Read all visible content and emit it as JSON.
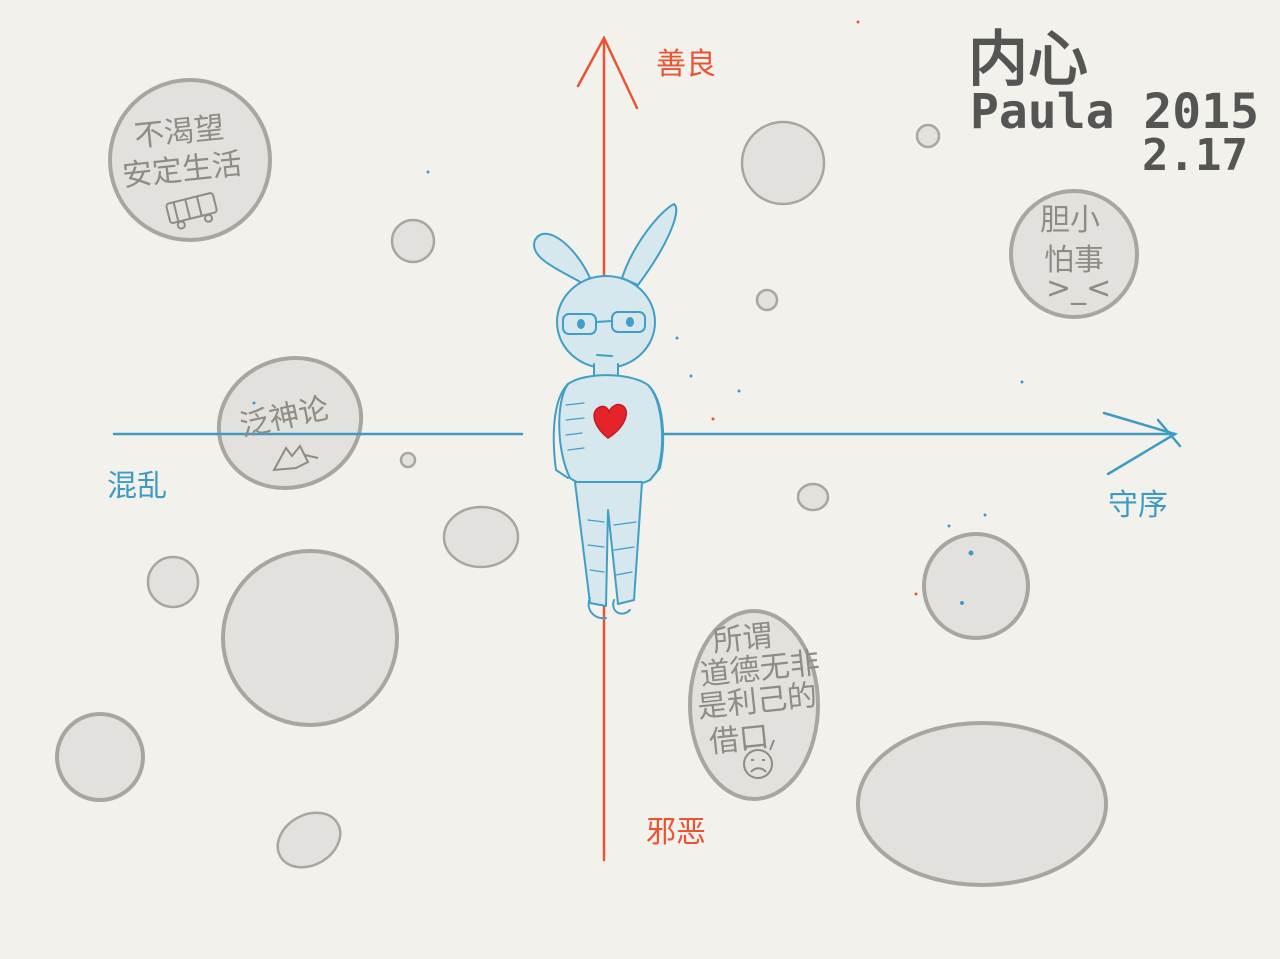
{
  "axes": {
    "top_label": "善良",
    "bottom_label": "邪恶",
    "left_label": "混乱",
    "right_label": "守序"
  },
  "notes": {
    "bubble_top_left_line1": "不渴望",
    "bubble_top_left_line2": "安定生活",
    "bubble_left_mid": "泛神论",
    "bubble_right_top_line1": "胆小",
    "bubble_right_top_line2": "怕事",
    "bubble_right_top_face": ">_<",
    "bubble_bottom_line1": "所谓",
    "bubble_bottom_line2": "道德无非",
    "bubble_bottom_line3": "是利己的",
    "bubble_bottom_line4": "借口"
  },
  "signature": {
    "title": "内心",
    "author": "Paula 2015",
    "date": "2.17"
  },
  "colors": {
    "red_axis": "#ea5433",
    "blue_axis": "#3e9cc4",
    "heart": "#e5232a",
    "bubble_fill": "#e3e1dd",
    "bubble_stroke": "#a9a6a1"
  }
}
